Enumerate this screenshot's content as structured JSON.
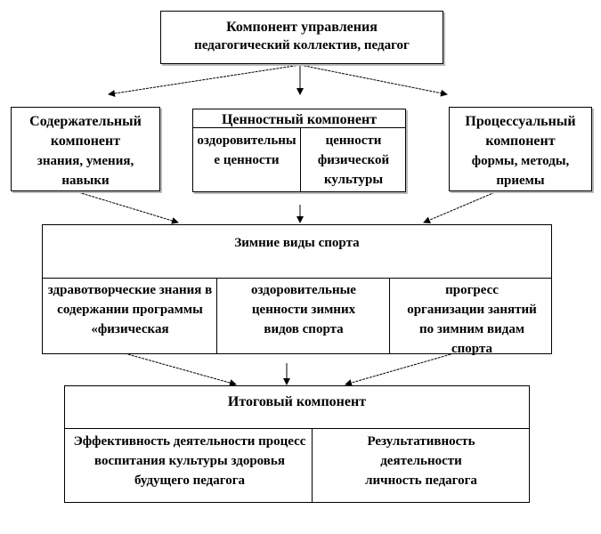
{
  "management": {
    "title": "Компонент управления",
    "text": "педагогический коллектив, педагог"
  },
  "content_component": {
    "title": "Содержательный компонент",
    "text": "знания, умения, навыки"
  },
  "value_component": {
    "title": "Ценностный компонент",
    "left": "оздоровительные ценности",
    "right": "ценности физической культуры"
  },
  "process_component": {
    "title": "Процессуальный компонент",
    "text": "формы, методы, приемы"
  },
  "winter_sports": {
    "title": "Зимние виды спорта",
    "cells": [
      "здравотворческие знания в содержании программы «физическая",
      "оздоровительные ценности зимних видов спорта",
      "прогресс организации занятий по зимним видам спорта"
    ]
  },
  "final_component": {
    "title": "Итоговый компонент",
    "cells": [
      "Эффективность деятельности процесс воспитания культуры здоровья будущего педагога",
      "Результативность деятельности личность педагога"
    ]
  }
}
